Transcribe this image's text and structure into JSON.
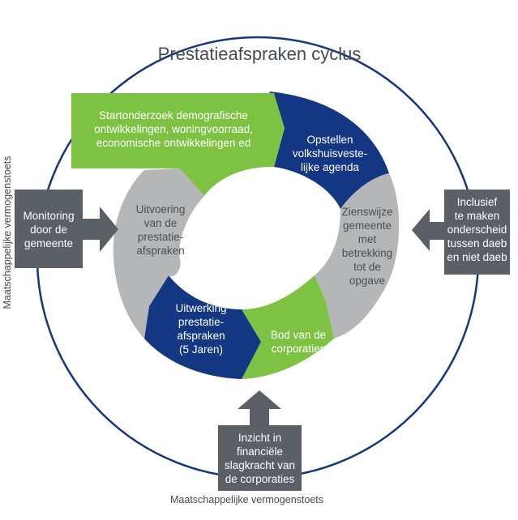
{
  "title": "Prestatieafspraken cyclus",
  "outer_label_left": "Maatschappelijke vermogenstoets",
  "outer_label_bottom": "Maatschappelijke vermogenstoets",
  "colors": {
    "green": "#7dc242",
    "navy": "#143783",
    "gray": "#b4b6b8",
    "dark_gray": "#5b6067",
    "ring": "#143783"
  },
  "cycle": {
    "step1": "Startonderzoek demografische\nontwikkelingen, woningvoorraad,\neconomische ontwikkelingen ed",
    "step2": "Opstellen\nvolkshuisveste-\nlijke agenda",
    "step3": "Zienswijze\ngemeente\nmet\nbetrekking\ntot de\nopgave",
    "step4": "Bod van de\ncorporaties",
    "step5": "Uitwerking\nprestatie-\nafspraken\n(5 Jaren)",
    "step6": "Uitvoering\nvan de\nprestatie-\nafspraken"
  },
  "inputs": {
    "left": "Monitoring\ndoor de\ngemeente",
    "right": "Inclusief\nte maken\nonderscheid\ntussen daeb\nen niet daeb",
    "bottom": "Inzicht in\nfinanciële\nslagkracht van\nde corporaties"
  }
}
